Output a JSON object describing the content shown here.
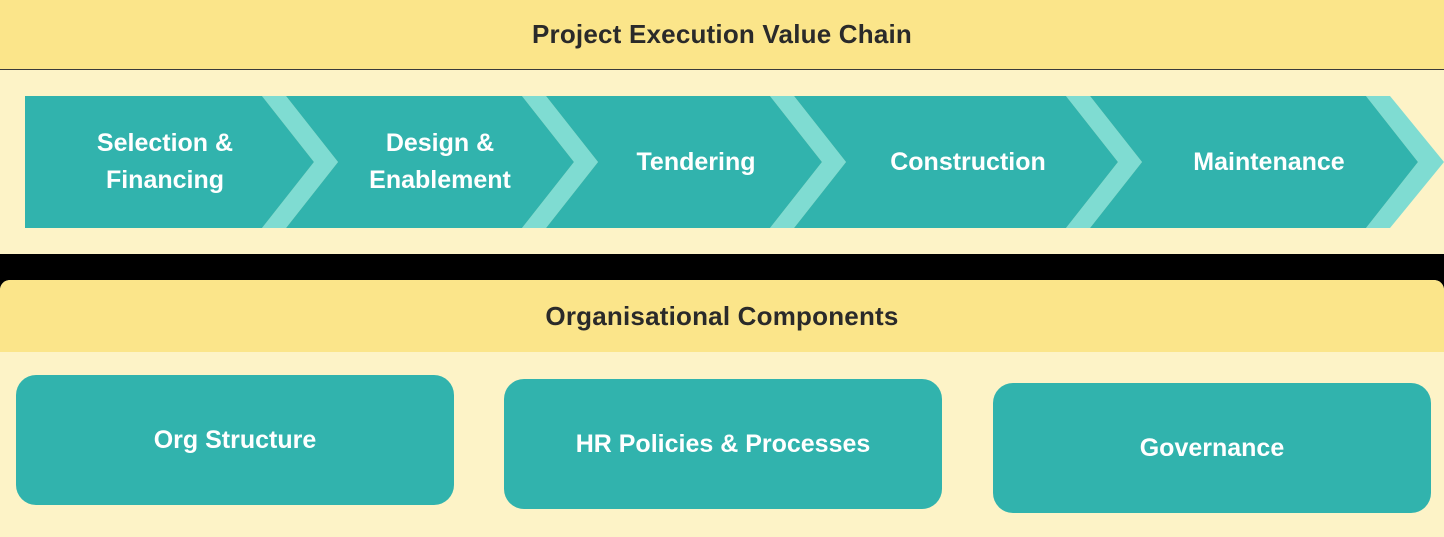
{
  "colors": {
    "header": "#fbe58a",
    "panel": "#fdf3c7",
    "chevron_fill": "#31b3ad",
    "chevron_accent": "#7fdcd2",
    "text_light": "#ffffff",
    "text_dark": "#2a2a2a"
  },
  "value_chain": {
    "title": "Project Execution Value Chain",
    "steps": [
      {
        "label": "Selection &\nFinancing"
      },
      {
        "label": "Design &\nEnablement"
      },
      {
        "label": "Tendering"
      },
      {
        "label": "Construction"
      },
      {
        "label": "Maintenance"
      }
    ]
  },
  "components": {
    "title": "Organisational Components",
    "items": [
      {
        "label": "Org Structure"
      },
      {
        "label": "HR Policies & Processes"
      },
      {
        "label": "Governance"
      }
    ]
  }
}
